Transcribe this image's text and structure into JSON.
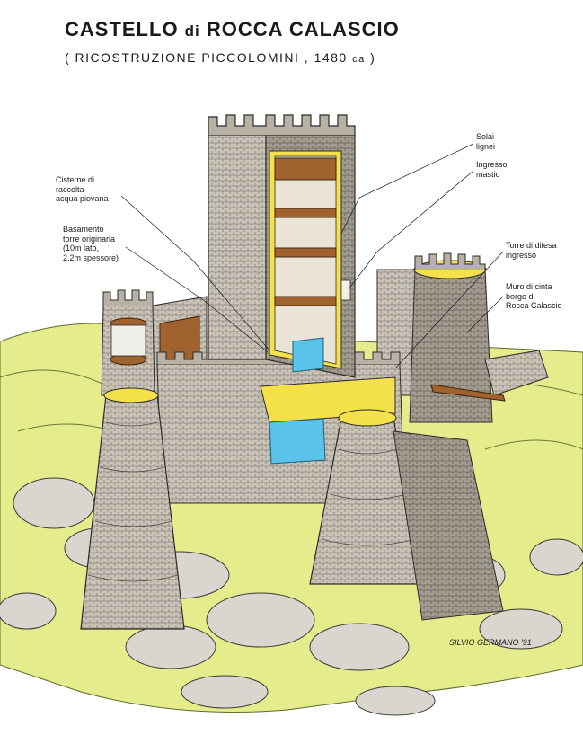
{
  "title": {
    "main_a": "CASTELLO ",
    "main_di": "di",
    "main_b": " ROCCA CALASCIO"
  },
  "subtitle": {
    "open": "( RICOSTRUZIONE  PICCOLOMINI ,  1480 ",
    "ca": "ca",
    "close": " )"
  },
  "labels": {
    "cisterne": "Cisterne di\nraccolta\nacqua piovana",
    "basamento": "Basamento\ntorre originaria\n(10m lato,\n 2,2m spessore)",
    "solai": "Solai\nlignei",
    "ingresso_mastio": "Ingresso\nmastio",
    "torre_difesa": "Torre di difesa\ningresso",
    "muro_cinta": "Muro di cinta\nborgo di\nRocca Calascio"
  },
  "signature": "SILVIO GERMANO '91",
  "colors": {
    "stone": "#c9c3b8",
    "stone_dark": "#8e877c",
    "grass": "#dbe86a",
    "section_yellow": "#f3e04a",
    "wood": "#a0622e",
    "water": "#5bc3ea"
  }
}
